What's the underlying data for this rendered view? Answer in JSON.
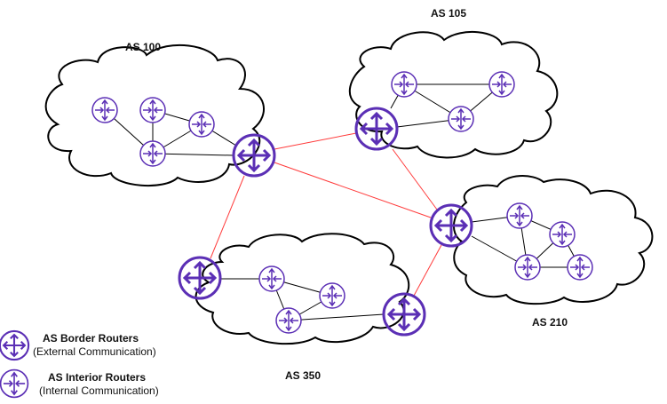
{
  "diagram": {
    "autonomous_systems": [
      {
        "id": "as100",
        "label": "AS 100"
      },
      {
        "id": "as105",
        "label": "AS 105"
      },
      {
        "id": "as210",
        "label": "AS 210"
      },
      {
        "id": "as350",
        "label": "AS 350"
      }
    ],
    "legend": {
      "border": {
        "title": "AS Border Routers",
        "subtitle": "(External Communication)",
        "icon": "border-router-icon"
      },
      "interior": {
        "title": "AS Interior Routers",
        "subtitle": "(Internal Communication)",
        "icon": "interior-router-icon"
      }
    },
    "colors": {
      "router": "#5b2fb5",
      "external_link": "#ff3b3b",
      "internal_link": "#000000",
      "cloud_outline": "#000000"
    }
  }
}
